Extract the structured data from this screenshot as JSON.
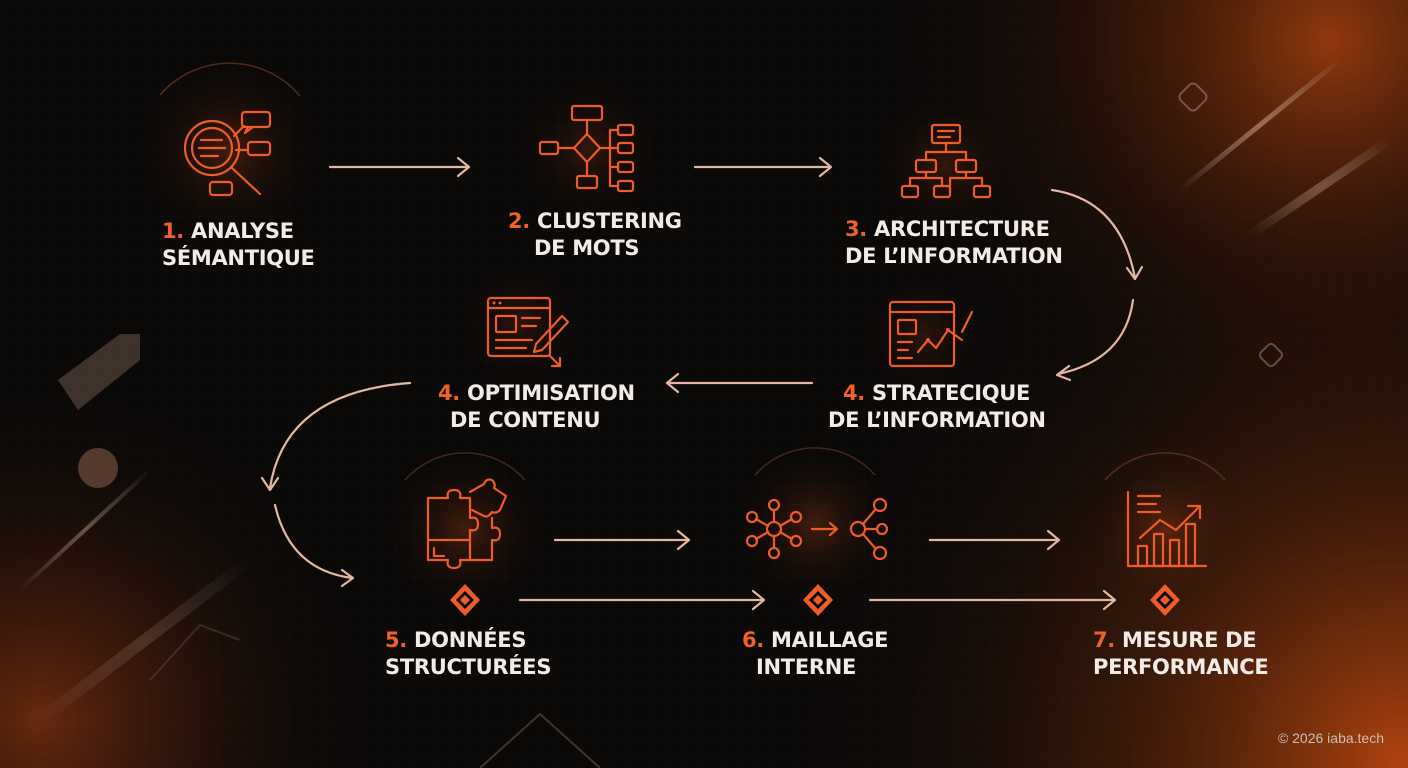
{
  "steps": [
    {
      "number": "1.",
      "line1": "ANALYSE",
      "line2": "SÉMANTIQUE"
    },
    {
      "number": "2.",
      "line1": "CLUSTERING",
      "line2": "DE MOTS"
    },
    {
      "number": "3.",
      "line1": "ARCHITECTURE",
      "line2": "DE L’INFORMATION"
    },
    {
      "number": "4.",
      "line1": "STRATECIQUE",
      "line2": "DE L’INFORMATION"
    },
    {
      "number": "4.",
      "line1": "OPTIMISATION",
      "line2": "DE CONTENU"
    },
    {
      "number": "5.",
      "line1": "DONNÉES",
      "line2": "STRUCTURÉES"
    },
    {
      "number": "6.",
      "line1": "MAILLAGE",
      "line2": "INTERNE"
    },
    {
      "number": "7.",
      "line1": "MESURE DE",
      "line2": "PERFORMANCE"
    }
  ],
  "icons": {
    "step1": "magnifier-analysis-icon",
    "step2": "flowchart-cluster-icon",
    "step3": "hierarchy-tree-icon",
    "step4a": "dashboard-chart-icon",
    "step4b": "document-edit-icon",
    "step5": "puzzle-icon",
    "step6": "network-nodes-icon",
    "step7": "growth-chart-icon",
    "badge": "diamond-logo-icon"
  },
  "colors": {
    "accent": "#f0622a",
    "text": "#f3ece6",
    "arrow": "#e5b7a3",
    "background": "#0b0908"
  },
  "footer": {
    "copyright": "© 2026 iaba.tech"
  }
}
